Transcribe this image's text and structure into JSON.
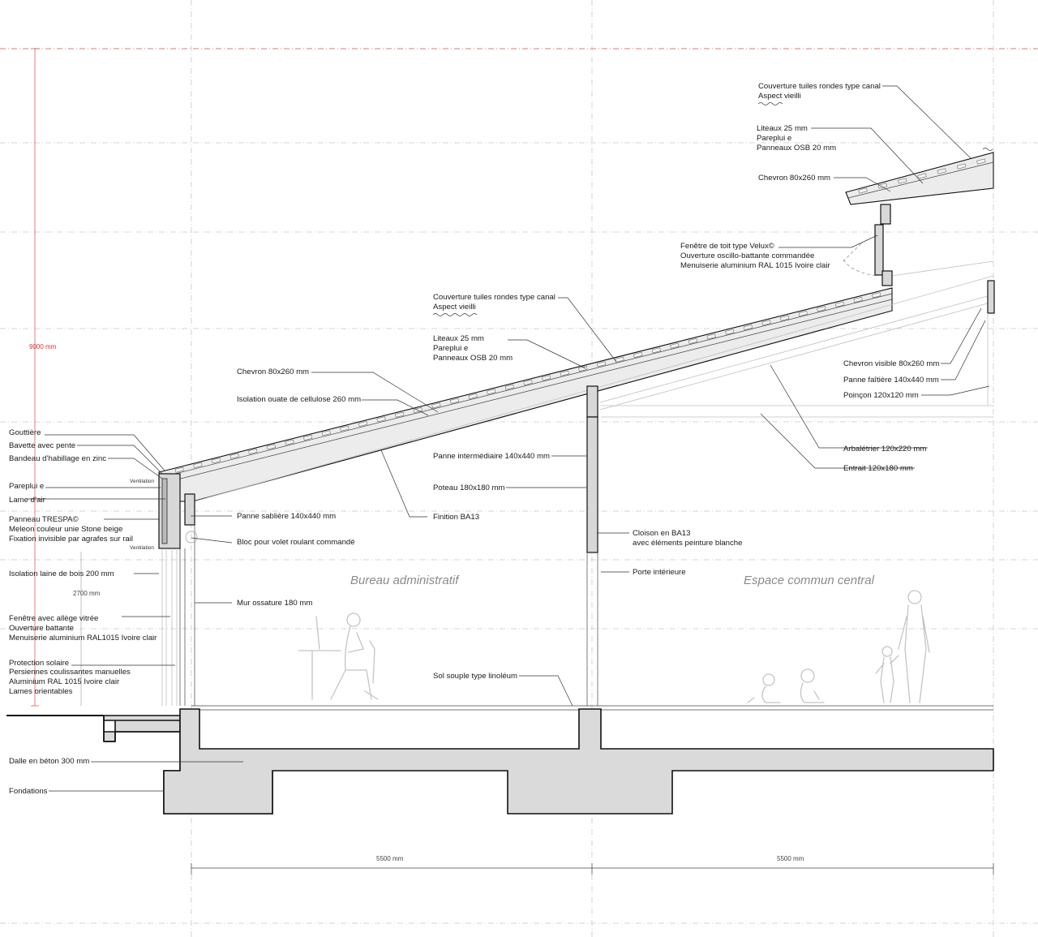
{
  "dimensions": {
    "total_height": "9000 mm",
    "wall_height": "2700 mm",
    "span_left": "5500 mm",
    "span_right": "5500 mm"
  },
  "rooms": {
    "left": "Bureau administratif",
    "right": "Espace commun central"
  },
  "ventilation_label": "Ventilation",
  "annotations_left": [
    "Gouttière",
    "Bavette avec pente",
    "Bandeau d'habillage en zinc",
    "Pareplui e",
    "Lame d'air",
    "Panneau TRESPA©\nMeleon couleur unie Stone beige\nFixation invisible par agrafes sur rail",
    "Isolation laine de bois 200 mm",
    "Fenêtre avec allège vitrée\nOuverture battante\nMenuiserie aluminium RAL1015 Ivoire clair",
    "Protection solaire\nPersiennes coulissantes manuelles\nAluminium RAL 1015 Ivoire clair\nLames orientables",
    "Dalle en béton 300 mm",
    "Fondations"
  ],
  "labels": {
    "gouttiere": "Gouttière",
    "bavette": "Bavette avec pente",
    "bandeau": "Bandeau d’habillage en zinc",
    "pareplui_left": "Pareplui e",
    "lame": "Lame d’air",
    "trespa_1": "Panneau TRESPA©",
    "trespa_2": "Meleon couleur unie Stone beige",
    "trespa_3": "Fixation invisible par agrafes sur rail",
    "isolation_laine": "Isolation laine de bois 200 mm",
    "fenetre_1": "Fenêtre avec allège vitrée",
    "fenetre_2": "Ouverture battante",
    "fenetre_3": "Menuiserie aluminium RAL1015 Ivoire clair",
    "protection_1": "Protection solaire",
    "protection_2": "Persiennes coulissantes manuelles",
    "protection_3": "Aluminium RAL 1015 Ivoire clair",
    "protection_4": "Lames orientables",
    "dalle": "Dalle en béton 300 mm",
    "fondations": "Fondations",
    "chevron_left": "Chevron 80x260 mm",
    "isolation_ouate": "Isolation ouate de cellulose 260 mm",
    "panne_sabliere": "Panne sablière 140x440 mm",
    "bloc_volet": "Bloc pour volet roulant commandé",
    "mur_ossature": "Mur ossature 180 mm",
    "couverture_low_1": "Couverture tuiles rondes type canal",
    "couverture_low_2": "Aspect vieilli",
    "liteaux_low_1": "Liteaux 25 mm",
    "liteaux_low_2": "Pareplui e",
    "liteaux_low_3": "Panneaux OSB 20 mm",
    "panne_intermediaire": "Panne intermédiaire 140x440 mm",
    "poteau": "Poteau 180x180 mm",
    "finition": "Finition BA13",
    "sol": "Sol souple type linoléum",
    "cloison_1": "Cloison en BA13",
    "cloison_2": "avec éléments peinture blanche",
    "porte": "Porte intérieure",
    "couverture_top_1": "Couverture tuiles rondes type canal",
    "couverture_top_2": "Aspect vieilli",
    "liteaux_top_1": "Liteaux 25 mm",
    "liteaux_top_2": "Pareplui e",
    "liteaux_top_3": "Panneaux OSB 20 mm",
    "chevron_top": "Chevron 80x260 mm",
    "velux_1": "Fenêtre de toit type Velux©",
    "velux_2": "Ouverture oscillo-battante commandée",
    "velux_3": "Menuiserie aluminium RAL 1015 Ivoire clair",
    "chevron_visible": "Chevron visible 80x260 mm",
    "panne_faitiere": "Panne faîtière 140x440 mm",
    "poincon": "Poinçon 120x120 mm",
    "arbaletrier": "Arbalétrier 120x220 mm",
    "entrait": "Entrait 120x180 mm"
  },
  "colors": {
    "section_fill": "#dadada",
    "line": "#111111",
    "grid": "#c8c8c8",
    "height_axis": "#e04848",
    "room_label": "#8a8a8a",
    "figures": "#c4c4c4"
  }
}
